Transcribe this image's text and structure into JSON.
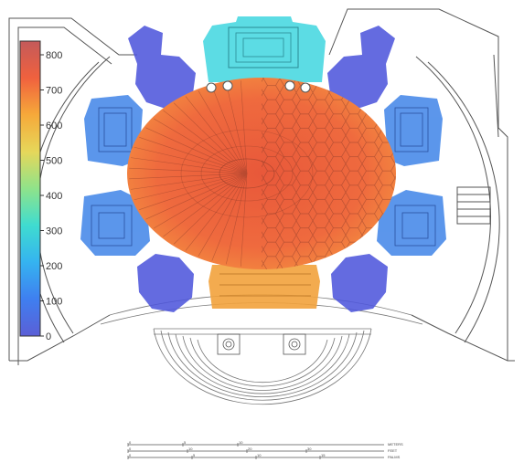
{
  "colorbar": {
    "ticks": [
      "0",
      "100",
      "200",
      "300",
      "400",
      "500",
      "600",
      "700",
      "800"
    ],
    "min": 0,
    "max": 800,
    "colors": [
      "#5b5fd6",
      "#3f7ff0",
      "#35b3f0",
      "#3fdcd0",
      "#8fe38a",
      "#e6d75a",
      "#f6a93a",
      "#f0613e",
      "#c45a5a"
    ]
  },
  "scale_bar": {
    "rows": [
      {
        "ticks": [
          "0",
          "5",
          "10"
        ],
        "unit": "METERS"
      },
      {
        "ticks": [
          "0",
          "10",
          "20",
          "30"
        ],
        "unit": "FEET"
      },
      {
        "ticks": [
          "0",
          "5",
          "10",
          "15"
        ],
        "unit": "PALMS"
      }
    ]
  },
  "zones": {
    "central_dome": {
      "color": "#ef5e3c"
    },
    "north_chapel": {
      "color": "#3fd6df"
    },
    "south_entry": {
      "color": "#f2a23c"
    },
    "side_chapels": {
      "color": "#3f84e8"
    },
    "corner_chapels": {
      "color": "#4f56dc"
    }
  }
}
